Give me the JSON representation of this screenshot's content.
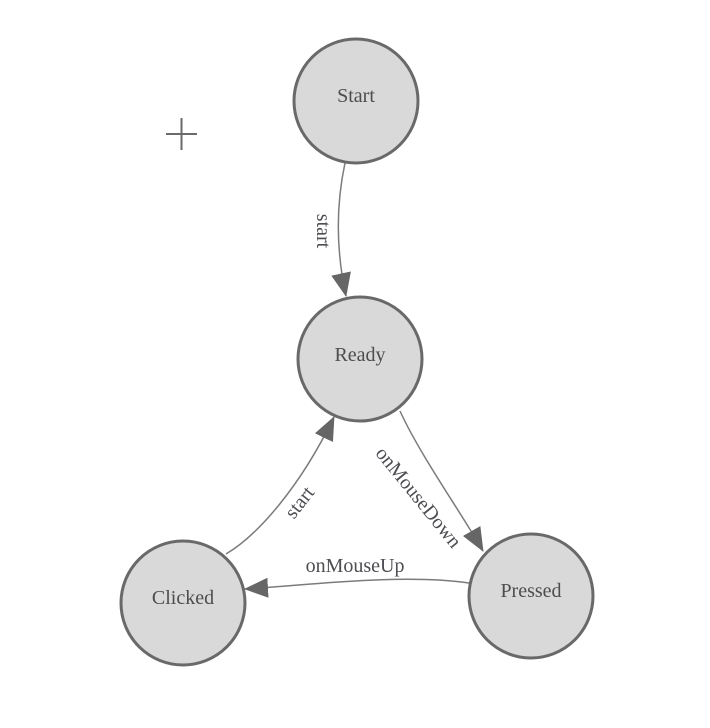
{
  "diagram": {
    "type": "finite-state-machine",
    "nodes": [
      {
        "id": "start",
        "label": "Start"
      },
      {
        "id": "ready",
        "label": "Ready"
      },
      {
        "id": "clicked",
        "label": "Clicked"
      },
      {
        "id": "pressed",
        "label": "Pressed"
      }
    ],
    "edges": [
      {
        "from": "Start",
        "to": "Ready",
        "label": "start"
      },
      {
        "from": "Ready",
        "to": "Pressed",
        "label": "onMouseDown"
      },
      {
        "from": "Pressed",
        "to": "Clicked",
        "label": "onMouseUp"
      },
      {
        "from": "Clicked",
        "to": "Ready",
        "label": "start"
      }
    ],
    "colors": {
      "background": "#ffffff",
      "node_fill": "#d9d9d9",
      "node_stroke": "#696969",
      "edge_stroke": "#7b7b7b",
      "arrow_fill": "#666666",
      "label_text": "#4d4d4d",
      "crosshair": "#6a6a6a"
    },
    "icons": {
      "crosshair": "plus-crosshair-icon"
    }
  }
}
